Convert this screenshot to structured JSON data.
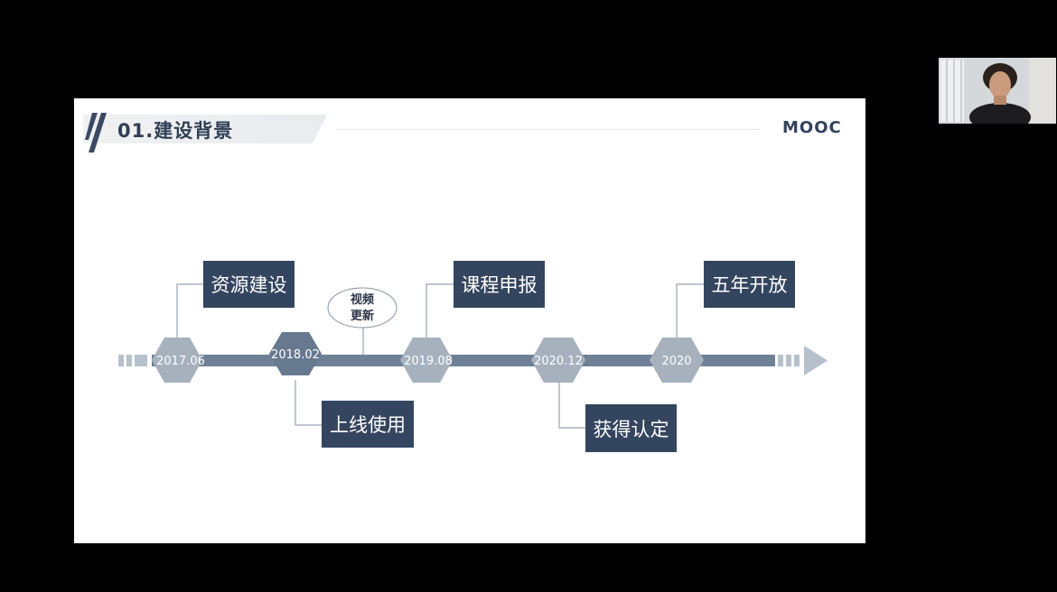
{
  "slide": {
    "title": "01.建设背景",
    "logo": "MOOC"
  },
  "timeline": {
    "nodes": [
      {
        "label": "2017.06"
      },
      {
        "label": "2018.02"
      },
      {
        "label": "2019.08"
      },
      {
        "label": "2020.12"
      },
      {
        "label": "2020"
      }
    ],
    "events": {
      "resource_build": "资源建设",
      "online_use": "上线使用",
      "course_apply": "课程申报",
      "certified": "获得认定",
      "five_year_open": "五年开放"
    },
    "bubble": {
      "line1": "视频",
      "line2": "更新"
    }
  },
  "colors": {
    "background": "#000000",
    "slide": "#ffffff",
    "box": "#34455f",
    "bar": "#6e8096",
    "node": "#a7b1be",
    "arrow": "#b6c0cc"
  }
}
